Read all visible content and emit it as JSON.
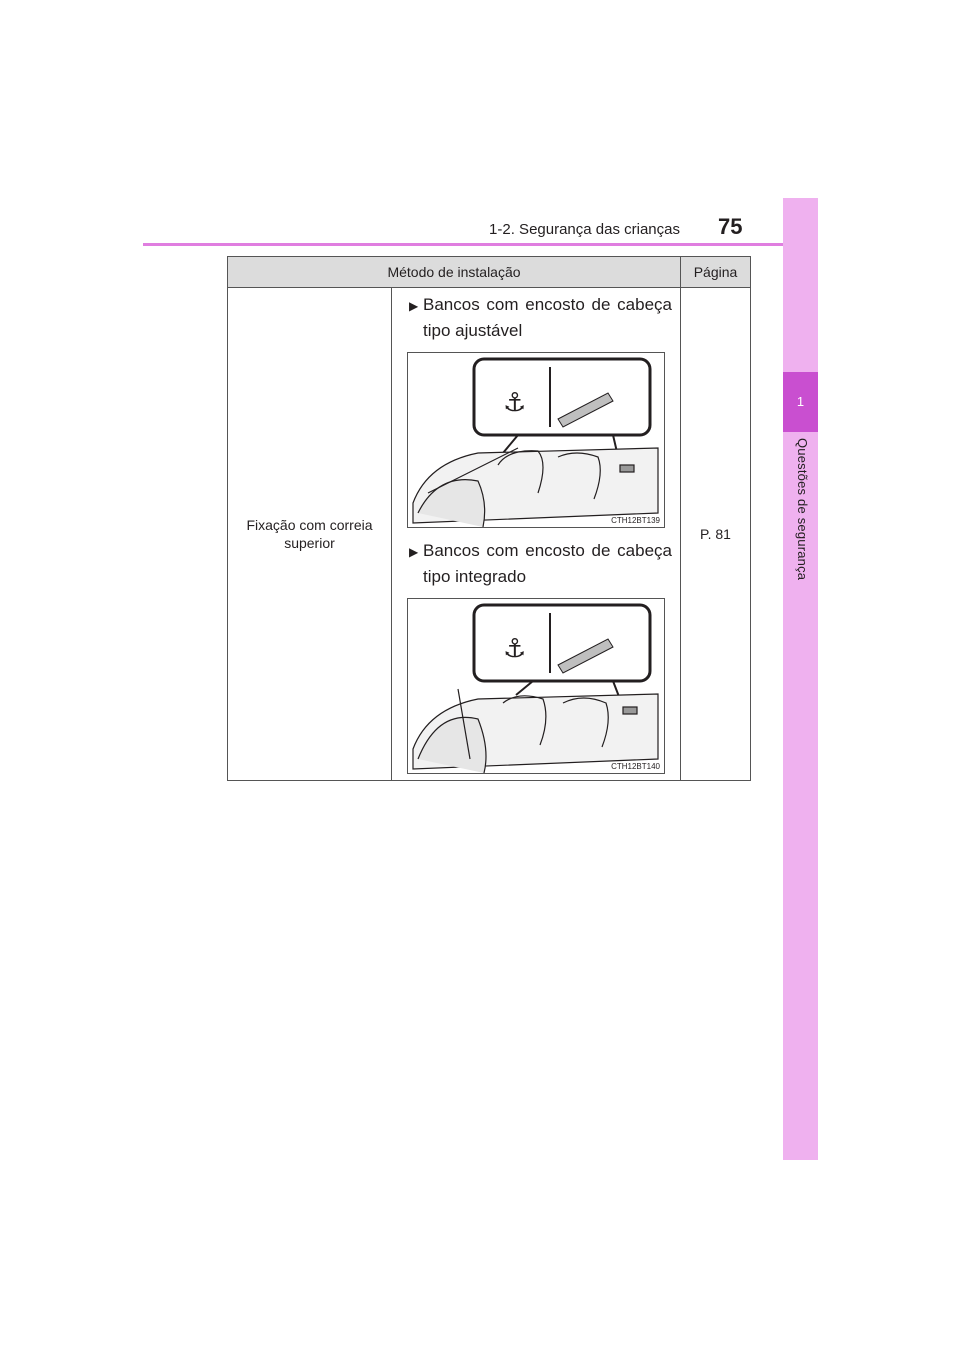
{
  "header": {
    "section_title": "1-2. Segurança das crianças",
    "page_number": "75"
  },
  "sidebar": {
    "chapter_number": "1",
    "chapter_title": "Questões de segurança"
  },
  "table": {
    "columns": [
      "Método de instalação",
      "Página"
    ],
    "row": {
      "method": "Fixação com correia superior",
      "page": "P. 81",
      "items": [
        {
          "text": "Bancos com encosto de cabeça tipo ajustável",
          "figure_code": "CTH12BT139"
        },
        {
          "text": "Bancos com encosto de cabeça tipo integrado",
          "figure_code": "CTH12BT140"
        }
      ]
    }
  },
  "colors": {
    "accent": "#c94fd0",
    "strip": "#efb1ef",
    "rule": "#e07ee0"
  }
}
